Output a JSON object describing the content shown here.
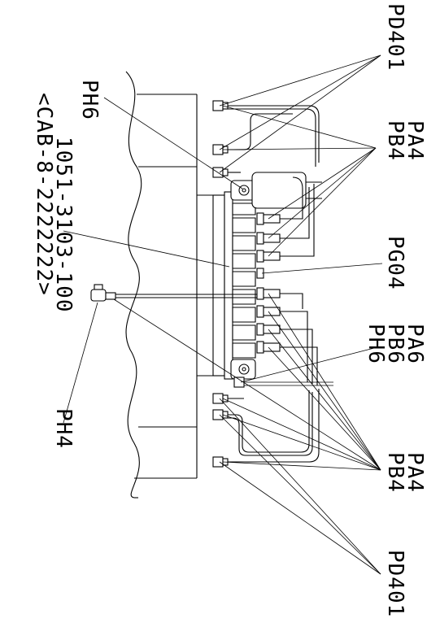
{
  "diagram": {
    "labels": {
      "pd401_top": "PD401",
      "pa4_top": "PA4",
      "pb4_top": "PB4",
      "pg04": "PG04",
      "pa6": "PA6",
      "pb6": "PB6",
      "ph6_right": "PH6",
      "pa4_bottom": "PA4",
      "pb4_bottom": "PB4",
      "pd401_bottom": "PD401",
      "ph6_left": "PH6",
      "part_number": "1051-3103-100",
      "cab_code": "<CAB-8-2222222>",
      "ph4": "PH4"
    }
  }
}
